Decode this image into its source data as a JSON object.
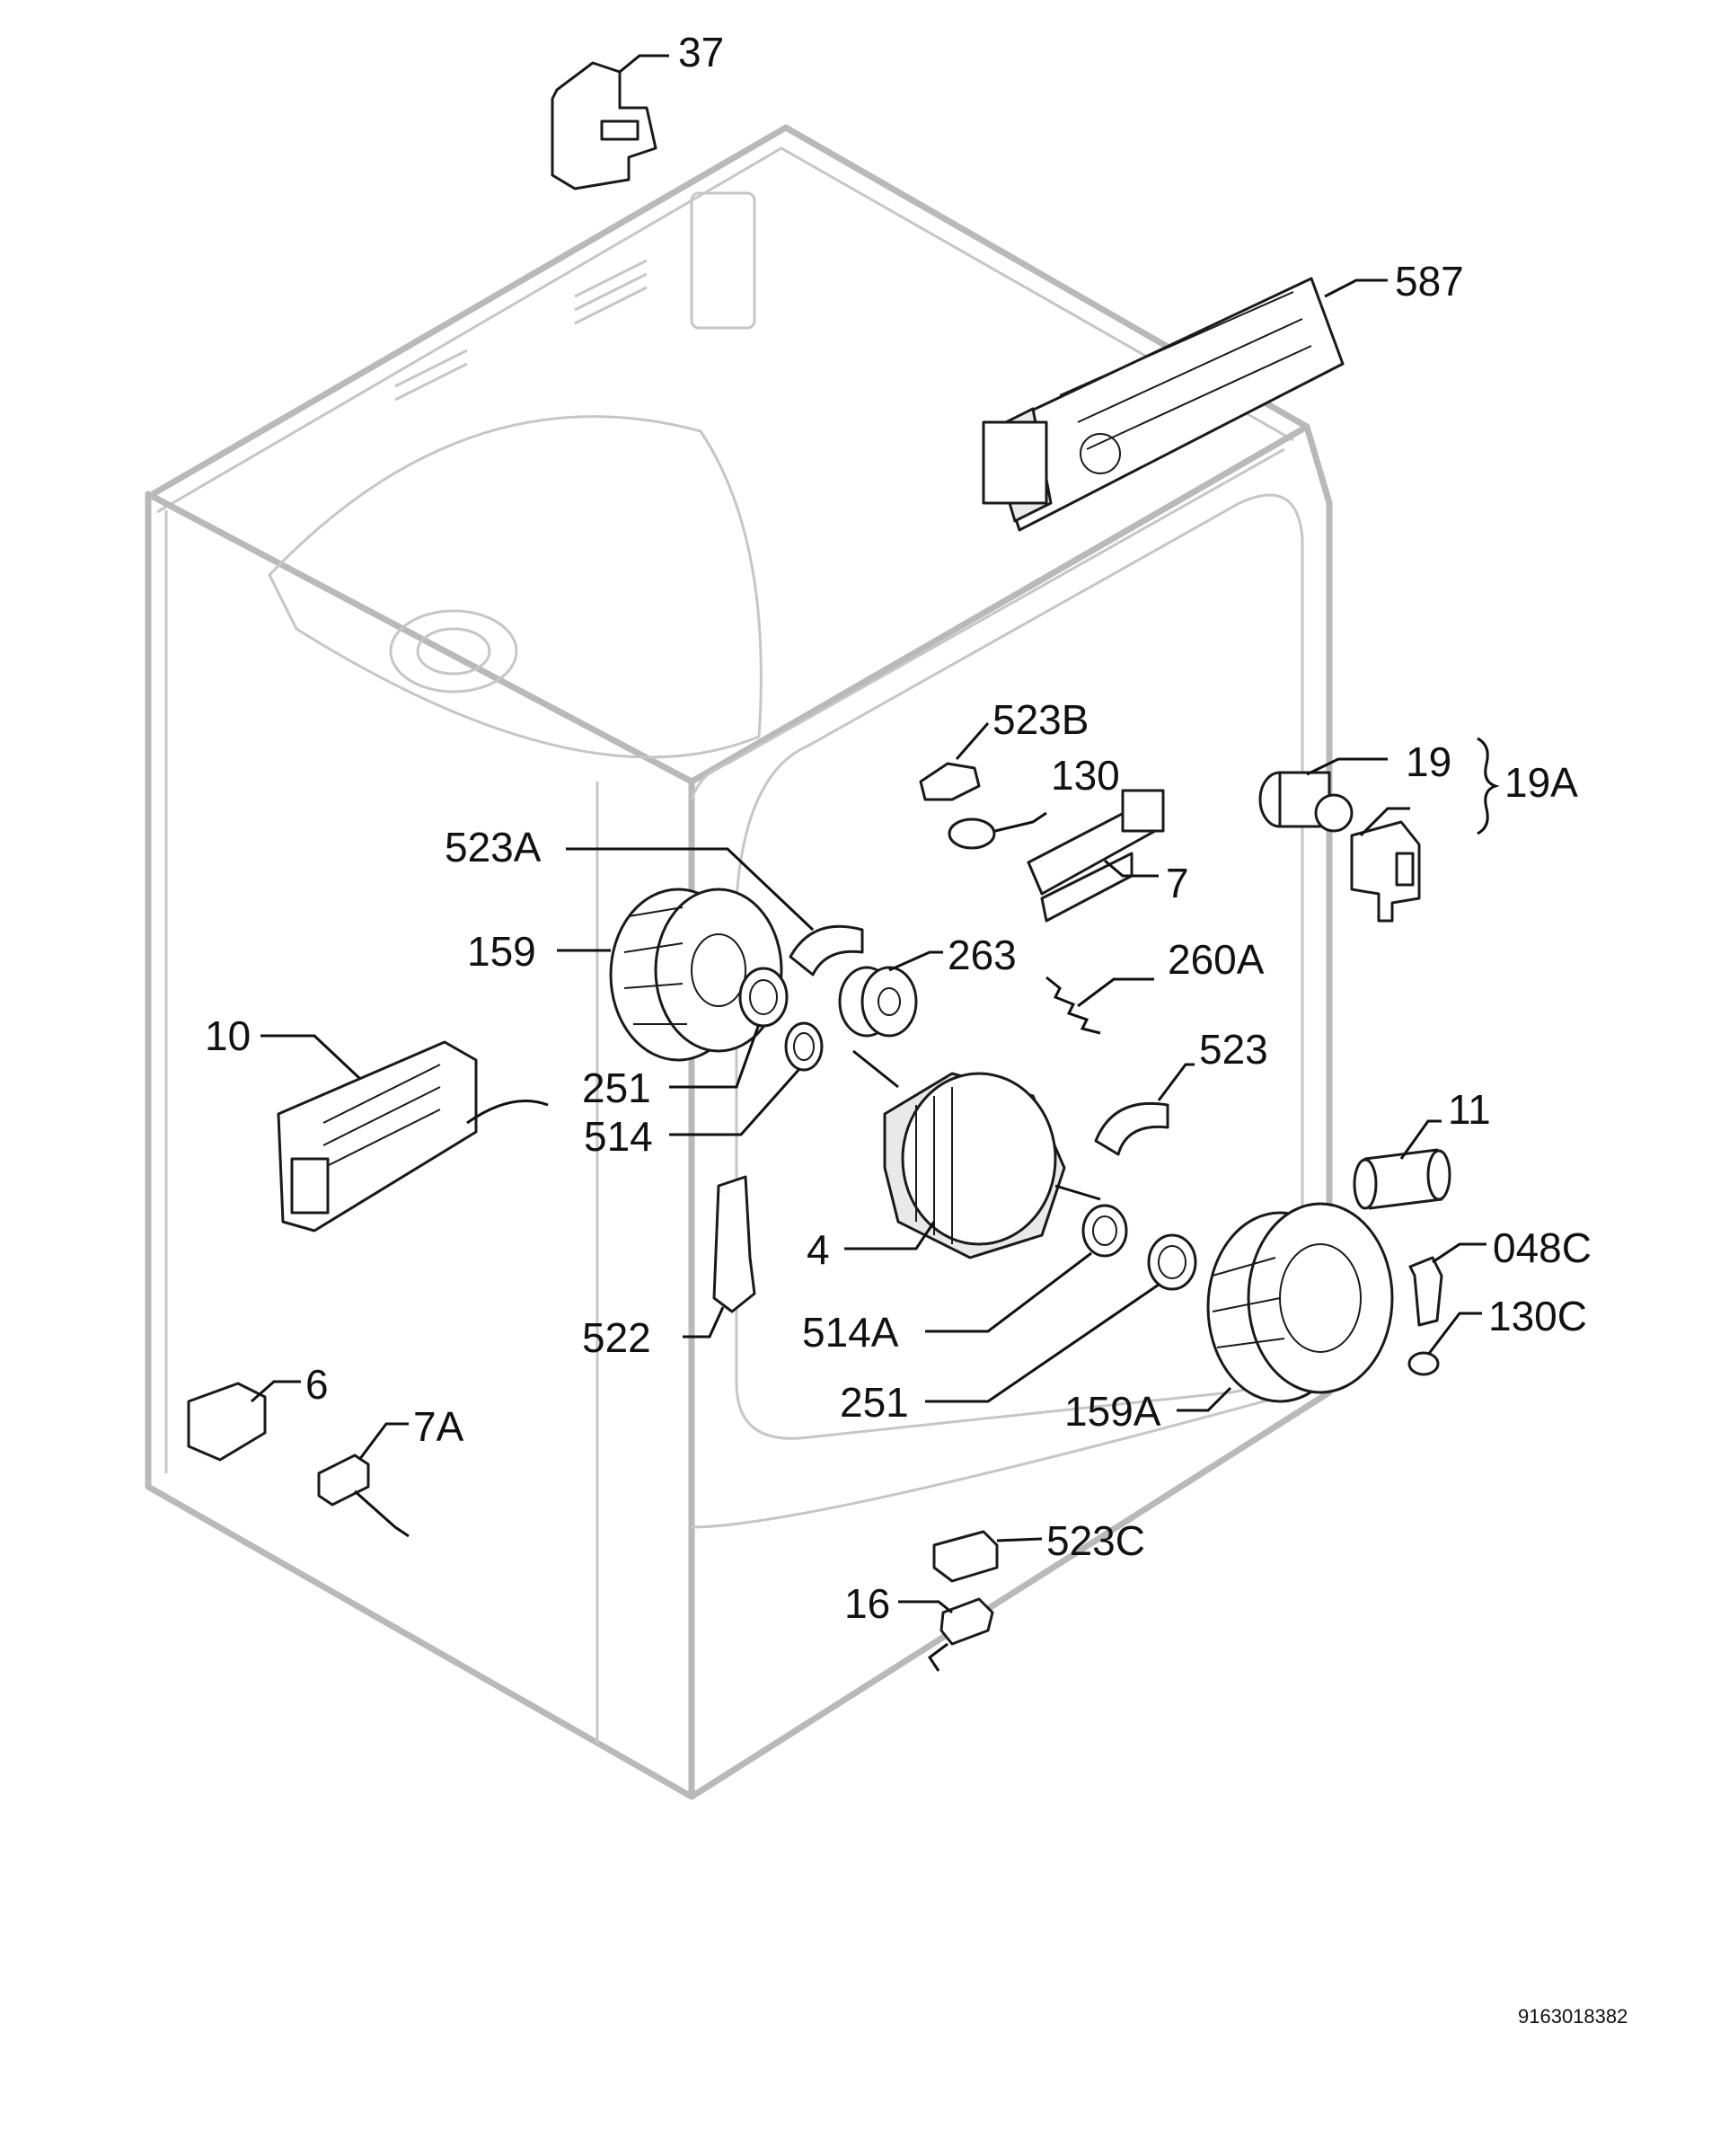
{
  "diagram": {
    "doc_id": "9163018382",
    "labels": [
      {
        "id": "37",
        "text": "37"
      },
      {
        "id": "587",
        "text": "587"
      },
      {
        "id": "523B",
        "text": "523B"
      },
      {
        "id": "130",
        "text": "130"
      },
      {
        "id": "19",
        "text": "19"
      },
      {
        "id": "19A",
        "text": "19A"
      },
      {
        "id": "7",
        "text": "7"
      },
      {
        "id": "523A",
        "text": "523A"
      },
      {
        "id": "159",
        "text": "159"
      },
      {
        "id": "263",
        "text": "263"
      },
      {
        "id": "260A",
        "text": "260A"
      },
      {
        "id": "10",
        "text": "10"
      },
      {
        "id": "251a",
        "text": "251"
      },
      {
        "id": "514",
        "text": "514"
      },
      {
        "id": "523",
        "text": "523"
      },
      {
        "id": "11",
        "text": "11"
      },
      {
        "id": "4",
        "text": "4"
      },
      {
        "id": "048C",
        "text": "048C"
      },
      {
        "id": "130C",
        "text": "130C"
      },
      {
        "id": "522",
        "text": "522"
      },
      {
        "id": "514A",
        "text": "514A"
      },
      {
        "id": "251b",
        "text": "251"
      },
      {
        "id": "159A",
        "text": "159A"
      },
      {
        "id": "6",
        "text": "6"
      },
      {
        "id": "7A",
        "text": "7A"
      },
      {
        "id": "523C",
        "text": "523C"
      },
      {
        "id": "16",
        "text": "16"
      }
    ]
  }
}
